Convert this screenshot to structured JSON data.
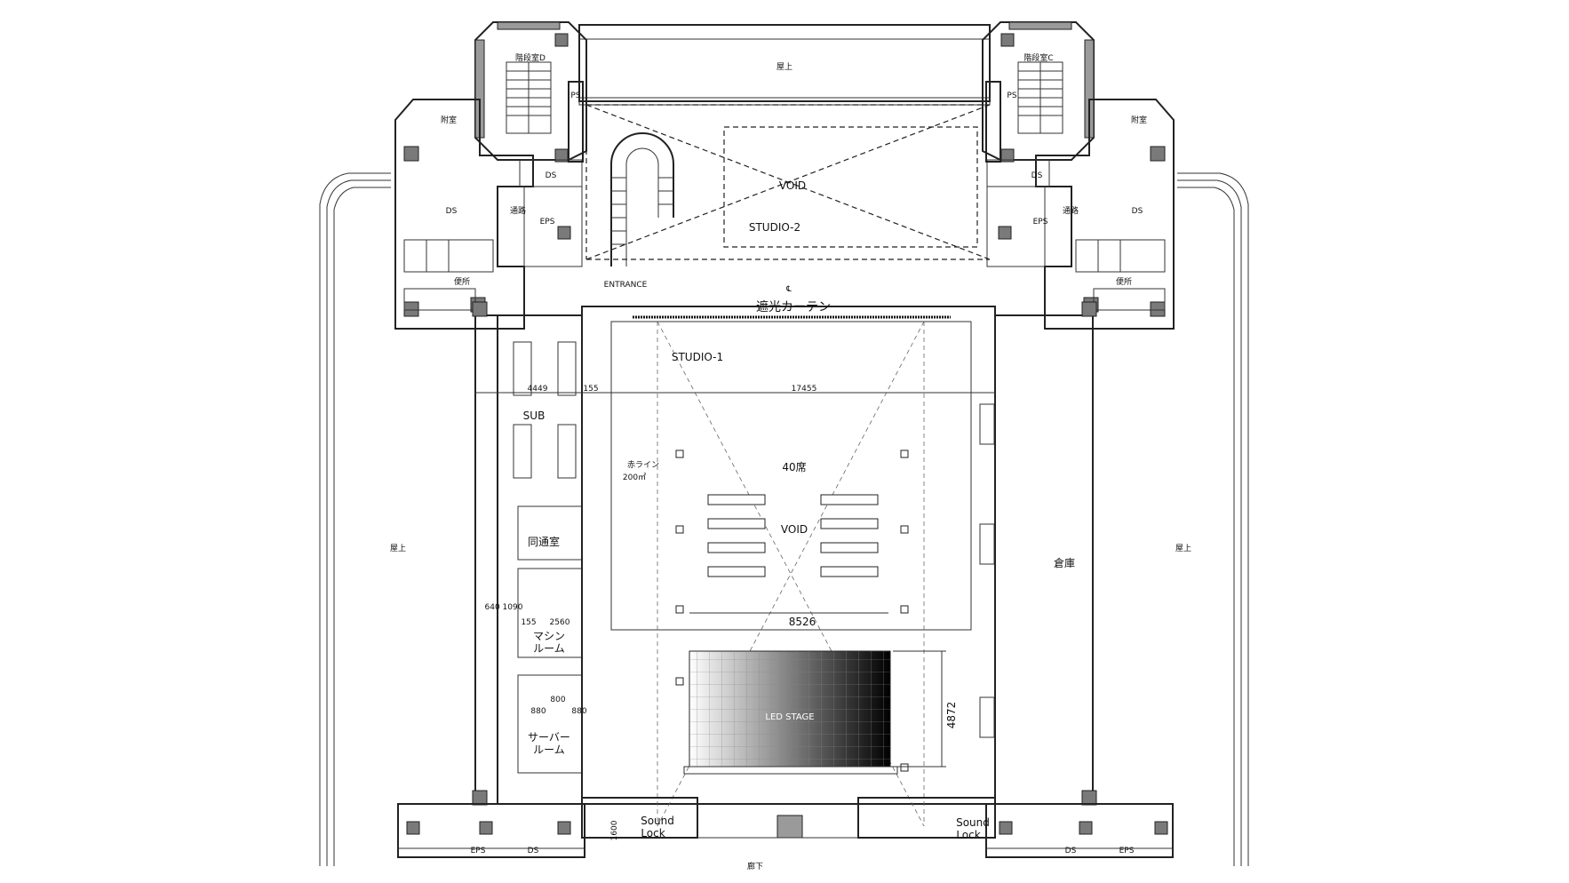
{
  "plan": {
    "rooms": {
      "stair_left": "階段室D",
      "stair_right": "階段室C",
      "roof_top": "屋上",
      "roof_left": "屋上",
      "roof_right": "屋上",
      "annex_left": "附室",
      "annex_right": "附室",
      "ps_left": "PS",
      "ps_right": "PS",
      "ds_left_top": "DS",
      "ds_right_top": "DS",
      "ds_left_mid": "DS",
      "ds_right_mid": "DS",
      "eps_left": "EPS",
      "eps_right": "EPS",
      "passage_left": "通路",
      "passage_right": "通路",
      "toilet_left": "便所",
      "toilet_right": "便所",
      "void_top": "VOID",
      "studio2": "STUDIO-2",
      "entrance": "ENTRANCE",
      "curtain": "遮光カーテン",
      "studio1": "STUDIO-1",
      "sub": "SUB",
      "red_line": "赤ライン",
      "area": "200㎡",
      "seats": "40席",
      "void_center": "VOID",
      "interpreter": "同通室",
      "machine_room_1": "マシン",
      "machine_room_2": "ルーム",
      "server_room_1": "サーバー",
      "server_room_2": "ルーム",
      "storage": "倉庫",
      "led_stage": "LED STAGE",
      "sound_lock_left_1": "Sound",
      "sound_lock_left_2": "Lock",
      "sound_lock_right_1": "Sound",
      "sound_lock_right_2": "Lock",
      "corridor": "廊下",
      "eps_bottom_left": "EPS",
      "ds_bottom_left": "DS",
      "ds_bottom_right": "DS",
      "eps_bottom_right": "EPS",
      "centerline": "℄"
    },
    "dims": {
      "d4449": "4449",
      "d155_top": "155",
      "d17455": "17455",
      "d640_1090": "640 1090",
      "d155_mid": "155",
      "d2560": "2560",
      "d8526": "8526",
      "d880_a": "880",
      "d800": "800",
      "d880_b": "880",
      "d4872": "4872",
      "d1600": "1600"
    }
  }
}
